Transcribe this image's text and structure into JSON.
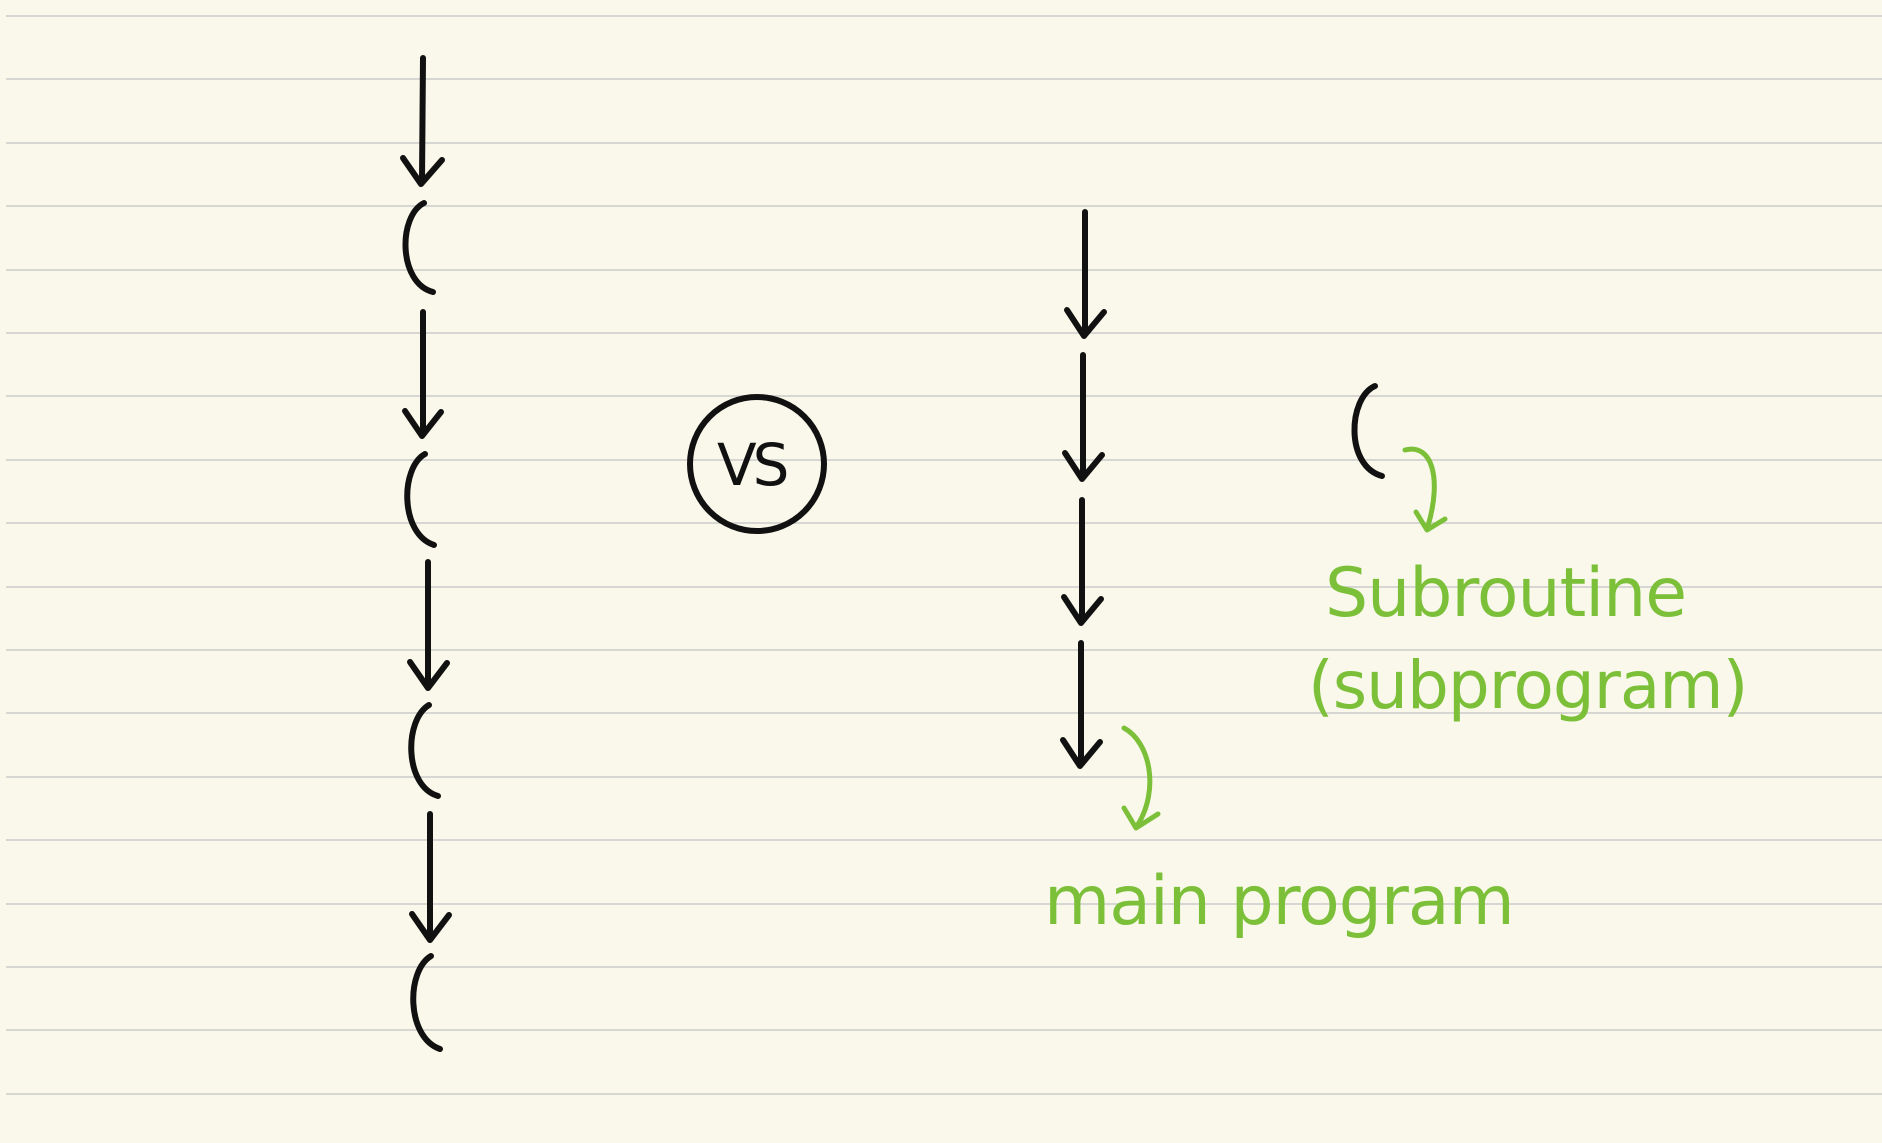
{
  "diagram": {
    "vs_label": "VS",
    "left_flow": {
      "arrows": 4,
      "subroutine_brackets": 4
    },
    "right_flow": {
      "arrows": 4,
      "main_label": "main program",
      "subroutine_label_line1": "Subroutine",
      "subroutine_label_line2": "(subprogram)"
    },
    "colors": {
      "paper": "#f9f8ea",
      "ruled_line": "#d6d6d2",
      "ink": "#111111",
      "annotation": "#7cc03a"
    }
  }
}
